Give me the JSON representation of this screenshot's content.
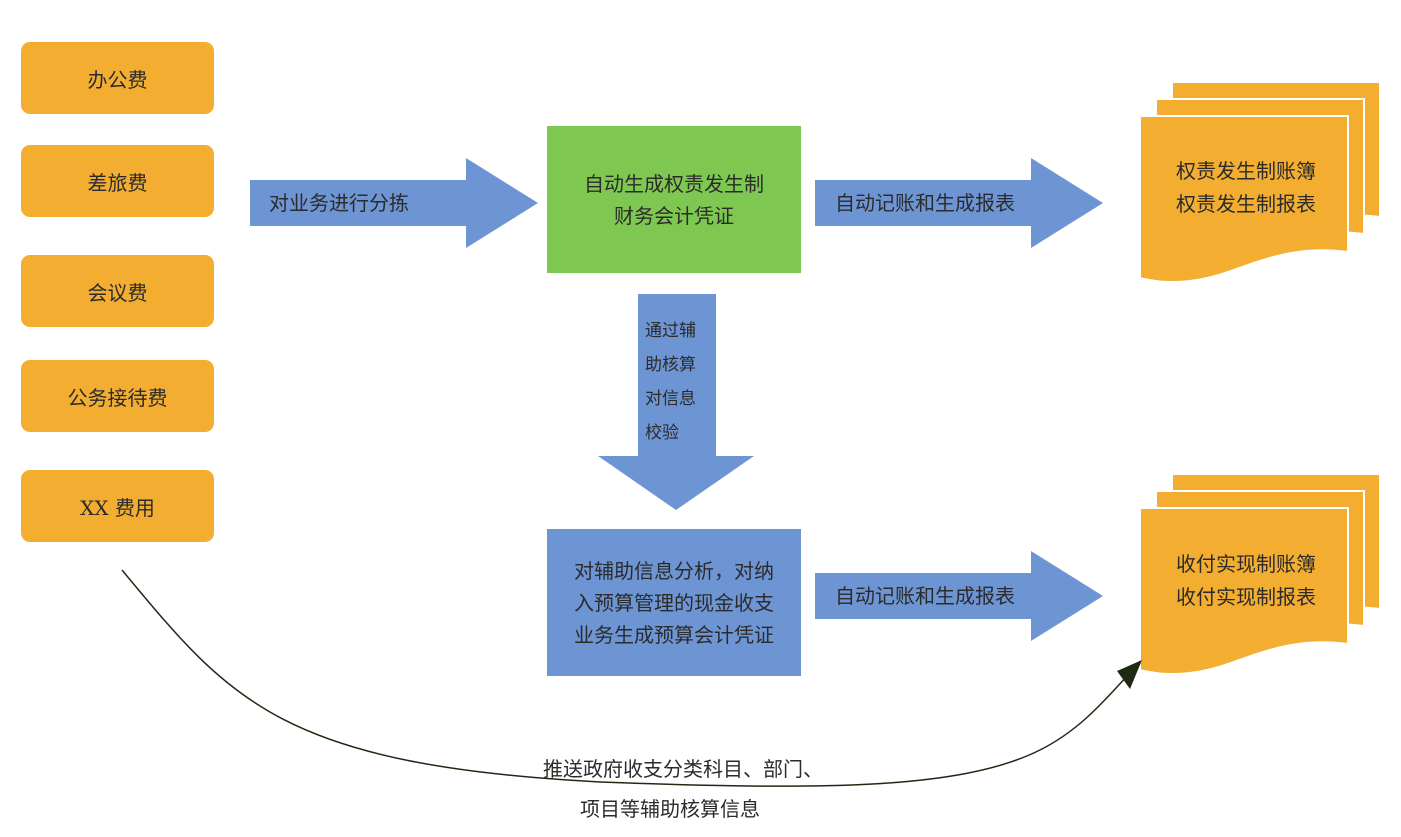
{
  "expense_items": [
    "办公费",
    "差旅费",
    "会议费",
    "公务接待费",
    "XX 费用"
  ],
  "arrows": {
    "sort": "对业务进行分拣",
    "post_accrual": "自动记账和生成报表",
    "post_budget": "自动记账和生成报表",
    "verify_lines": [
      "通过辅",
      "助核算",
      "对信息",
      "校验"
    ]
  },
  "boxes": {
    "accrual_voucher_lines": [
      "自动生成权责发生制",
      "财务会计凭证"
    ],
    "budget_voucher_lines": [
      "对辅助信息分析，对纳",
      "入预算管理的现金收支",
      "业务生成预算会计凭证"
    ]
  },
  "documents": {
    "accrual_lines": [
      "权责发生制账簿",
      "权责发生制报表"
    ],
    "cash_lines": [
      "收付实现制账簿",
      "收付实现制报表"
    ]
  },
  "push_info": {
    "line1": "推送政府收支分类科目、部门、",
    "line2": "项目等辅助核算信息"
  },
  "colors": {
    "expense_fill": "#f3ae31",
    "arrow_fill": "#6d95d3",
    "accrual_box_fill": "#7ec851",
    "budget_box_fill": "#6d95d3",
    "document_fill": "#f3ae31",
    "curve_stroke": "#1f2a14"
  }
}
